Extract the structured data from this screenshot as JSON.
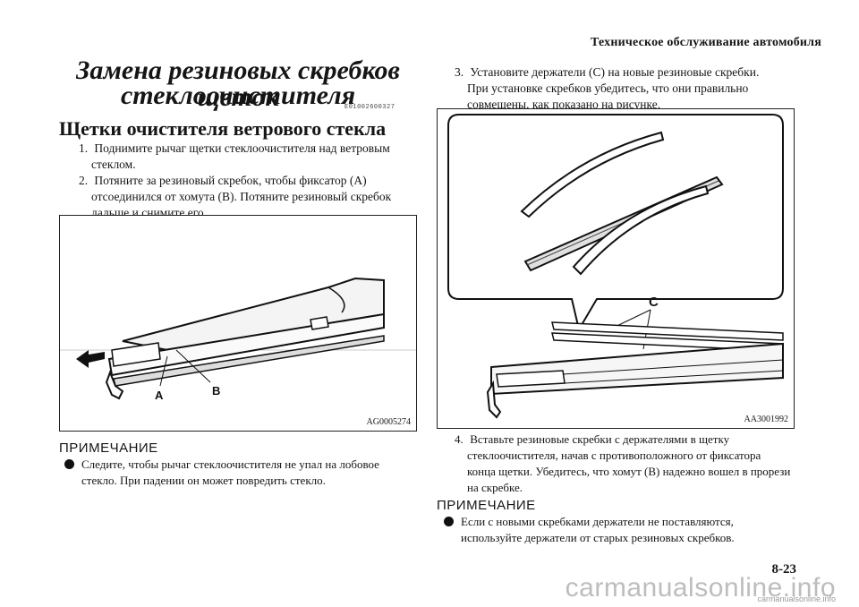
{
  "header": {
    "title": "Техническое обслуживание автомобиля"
  },
  "left": {
    "title_line1": "Замена резиновых скребков щеток",
    "title_line2": "стеклоочистителя",
    "code": "E01002600327",
    "subtitle": "Щетки очистителя ветрового стекла",
    "steps": [
      {
        "num": "1.",
        "bold": "Поднимите рычаг щетки стеклоочистителя над ветровым",
        "bold2": "стеклом."
      },
      {
        "num": "2.",
        "line1": "Потяните за резиновый скребок, чтобы фиксатор (А)",
        "line2": "отсоединился от хомута (В). Потяните резиновый скребок",
        "line3": "дальше и снимите его."
      }
    ],
    "figure": {
      "code": "AG0005274",
      "label_a": "A",
      "label_b": "B"
    },
    "note": {
      "heading": "ПРИМЕЧАНИЕ",
      "line1": "Следите, чтобы рычаг стеклоочистителя не упал на лобовое",
      "line2": "стекло. При падении он может повредить стекло."
    }
  },
  "right": {
    "step3": {
      "num": "3.",
      "line1": "Установите держатели (С) на новые резиновые скребки.",
      "line2": "При установке скребков убедитесь, что они правильно",
      "line3": "совмещены, как показано на рисунке."
    },
    "figure": {
      "code": "AA3001992",
      "label_c": "C"
    },
    "step4": {
      "num": "4.",
      "line1": "Вставьте резиновые скребки с держателями в щетку",
      "line2": "стеклоочистителя, начав с противоположного от фиксатора",
      "line3": "конца щетки. Убедитесь, что хомут (В) надежно вошел в прорези",
      "line4": "на скребке."
    },
    "note": {
      "heading": "ПРИМЕЧАНИЕ",
      "line1": "Если с новыми скребками держатели не поставляются,",
      "line2": "используйте держатели от старых резиновых скребков."
    }
  },
  "page_number": "8-23",
  "watermark": "carmanualsonline.info",
  "watermark_small": "carmanualsonline.info"
}
